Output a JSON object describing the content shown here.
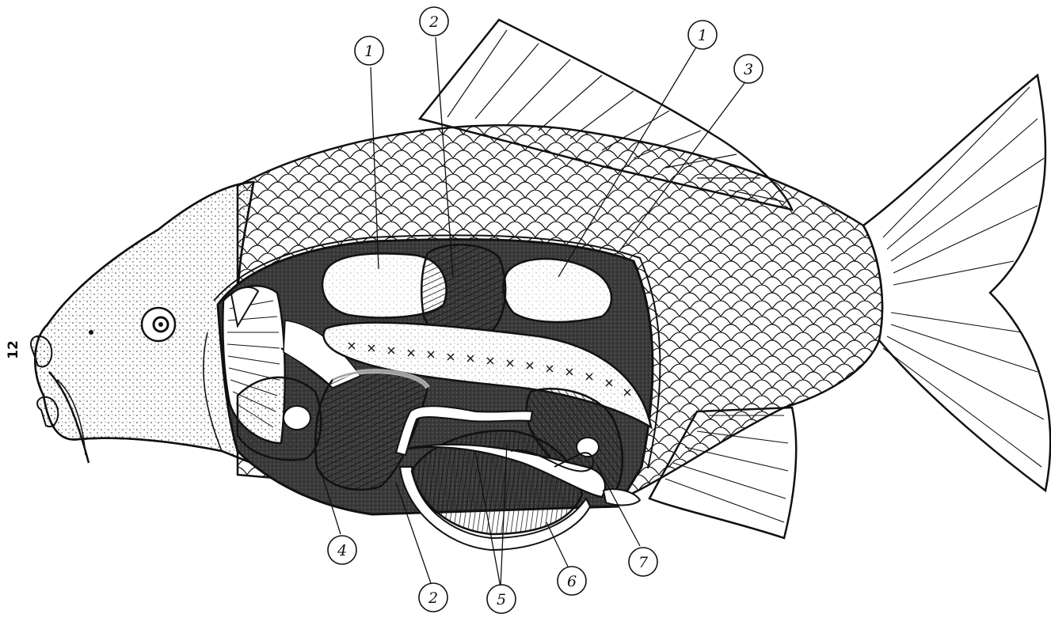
{
  "page_number": "12",
  "palette": {
    "ink": "#111111",
    "cavity": "#3a3a3a",
    "paper": "#ffffff",
    "light_fill": "#ececec"
  },
  "callouts": [
    {
      "id": "c1a",
      "label": "1"
    },
    {
      "id": "c2a",
      "label": "2"
    },
    {
      "id": "c1b",
      "label": "1"
    },
    {
      "id": "c3",
      "label": "3"
    },
    {
      "id": "c4",
      "label": "4"
    },
    {
      "id": "c2b",
      "label": "2"
    },
    {
      "id": "c5",
      "label": "5"
    },
    {
      "id": "c6",
      "label": "6"
    },
    {
      "id": "c7",
      "label": "7"
    }
  ]
}
